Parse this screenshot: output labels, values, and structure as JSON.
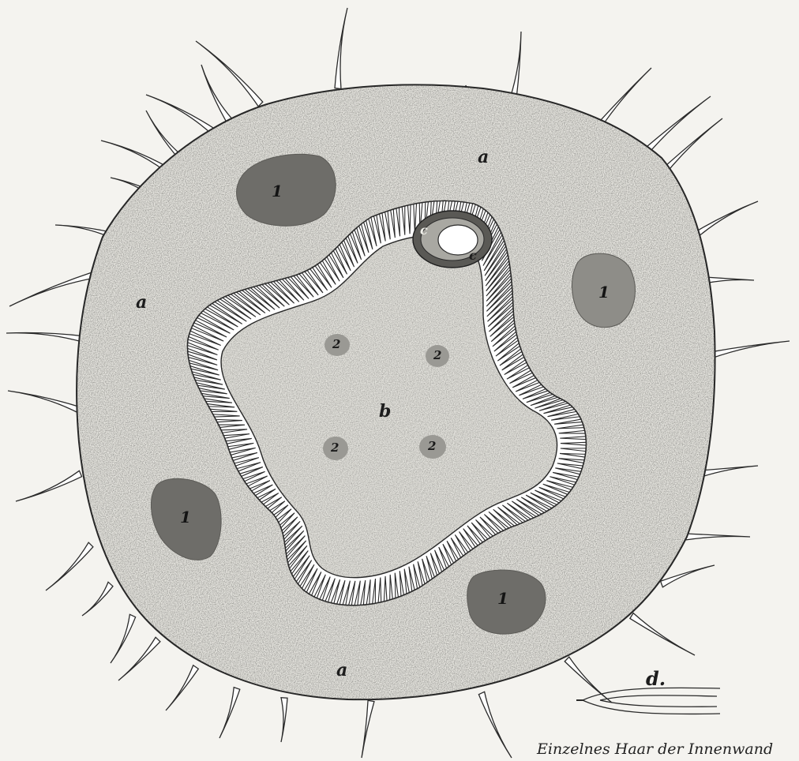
{
  "figure": {
    "labels": {
      "a_top": "a",
      "a_left": "a",
      "a_bottom": "a",
      "b": "b",
      "c1": "c",
      "c2": "c",
      "d": "d."
    },
    "numbers": {
      "one": "1",
      "two": "2"
    },
    "caption": "Einzelnes Haar der Innenwand"
  },
  "colors": {
    "paper": "#f4f3ef",
    "body_fill": "#e6e5df",
    "ink": "#2a2a2a",
    "dark_spot": "#6e6d69",
    "light_spot": "#9a9994"
  }
}
